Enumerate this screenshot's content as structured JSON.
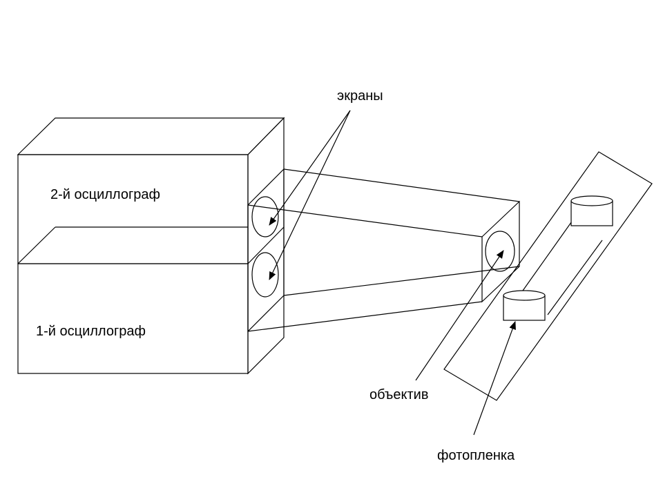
{
  "diagram": {
    "labels": {
      "osc2": "2-й осциллограф",
      "osc1": "1-й осциллограф",
      "screens": "экраны",
      "lens": "объектив",
      "film": "фотопленка"
    },
    "colors": {
      "stroke": "#000000",
      "background": "#ffffff"
    }
  }
}
